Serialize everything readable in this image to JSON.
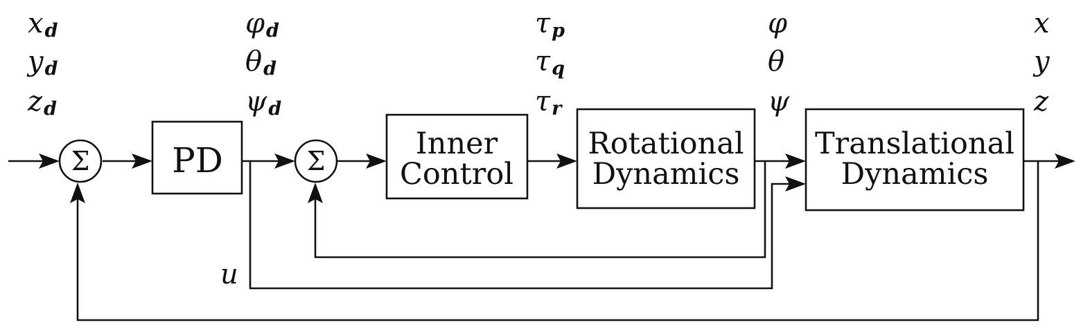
{
  "blocks": {
    "pd": "PD",
    "inner_control": [
      "Inner",
      "Control"
    ],
    "rotational": [
      "Rotational",
      "Dynamics"
    ],
    "translational": [
      "Translational",
      "Dynamics"
    ]
  },
  "sum_symbol": "Σ",
  "signals": {
    "position_ref": [
      {
        "sym": "x",
        "sub": "d"
      },
      {
        "sym": "y",
        "sub": "d"
      },
      {
        "sym": "z",
        "sub": "d"
      }
    ],
    "attitude_ref": [
      {
        "sym": "φ",
        "sub": "d"
      },
      {
        "sym": "θ",
        "sub": "d"
      },
      {
        "sym": "ψ",
        "sub": "d"
      }
    ],
    "torques": [
      {
        "sym": "τ",
        "sub": "p"
      },
      {
        "sym": "τ",
        "sub": "q"
      },
      {
        "sym": "τ",
        "sub": "r"
      }
    ],
    "attitude": [
      {
        "sym": "φ"
      },
      {
        "sym": "θ"
      },
      {
        "sym": "ψ"
      }
    ],
    "position": [
      {
        "sym": "x"
      },
      {
        "sym": "y"
      },
      {
        "sym": "z"
      }
    ],
    "thrust": {
      "sym": "u"
    }
  }
}
